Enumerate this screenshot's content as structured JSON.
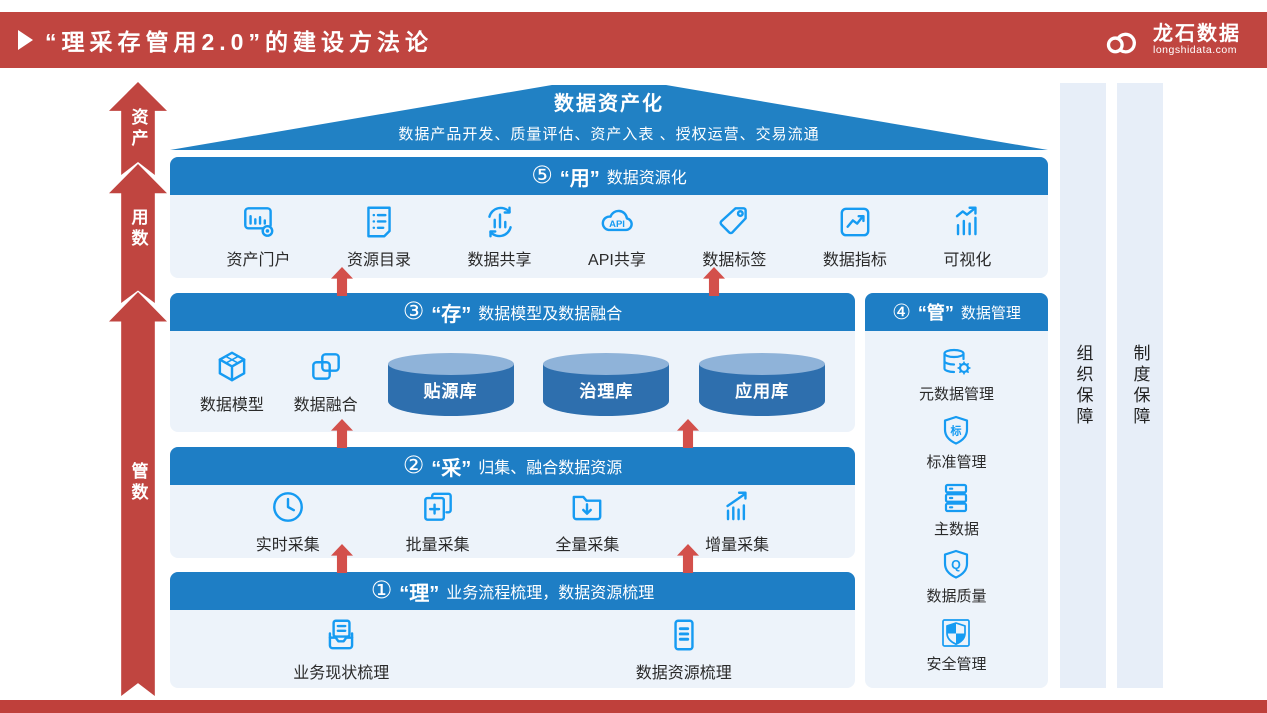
{
  "header": {
    "title": "“理采存管用2.0”的建设方法论",
    "logo_name": "龙石数据",
    "logo_domain": "longshidata.com"
  },
  "side_arrows": [
    {
      "label": "资产"
    },
    {
      "label": "用数"
    },
    {
      "label": "管数"
    }
  ],
  "roof": {
    "title": "数据资产化",
    "subtitle": "数据产品开发、质量评估、资产入表 、授权运营、交易流通"
  },
  "layers": {
    "use": {
      "badge": "⑤",
      "term": "“用”",
      "title": "数据资源化",
      "items": [
        {
          "icon": "asset-portal-icon",
          "label": "资产门户"
        },
        {
          "icon": "resource-catalog-icon",
          "label": "资源目录"
        },
        {
          "icon": "data-share-icon",
          "label": "数据共享"
        },
        {
          "icon": "api-share-icon",
          "label": "API共享"
        },
        {
          "icon": "data-tag-icon",
          "label": "数据标签"
        },
        {
          "icon": "data-metric-icon",
          "label": "数据指标"
        },
        {
          "icon": "visualization-icon",
          "label": "可视化"
        }
      ]
    },
    "store": {
      "badge": "③",
      "term": "“存”",
      "title": "数据模型及数据融合",
      "items": [
        {
          "icon": "data-model-icon",
          "label": "数据模型"
        },
        {
          "icon": "data-merge-icon",
          "label": "数据融合"
        }
      ],
      "databases": [
        "贴源库",
        "治理库",
        "应用库"
      ]
    },
    "govern": {
      "badge": "④",
      "term": "“管”",
      "title": "数据管理",
      "items": [
        {
          "icon": "metadata-icon",
          "label": "元数据管理"
        },
        {
          "icon": "standard-icon",
          "label": "标准管理"
        },
        {
          "icon": "master-data-icon",
          "label": "主数据"
        },
        {
          "icon": "data-quality-icon",
          "label": "数据质量"
        },
        {
          "icon": "security-icon",
          "label": "安全管理"
        }
      ]
    },
    "collect": {
      "badge": "②",
      "term": "“采”",
      "title": "归集、融合数据资源",
      "items": [
        {
          "icon": "realtime-collect-icon",
          "label": "实时采集"
        },
        {
          "icon": "batch-collect-icon",
          "label": "批量采集"
        },
        {
          "icon": "full-collect-icon",
          "label": "全量采集"
        },
        {
          "icon": "incremental-collect-icon",
          "label": "增量采集"
        }
      ]
    },
    "comb": {
      "badge": "①",
      "term": "“理”",
      "title": "业务流程梳理，数据资源梳理",
      "items": [
        {
          "icon": "business-sort-icon",
          "label": "业务现状梳理"
        },
        {
          "icon": "data-sort-icon",
          "label": "数据资源梳理"
        }
      ]
    }
  },
  "pillars": [
    {
      "label": "组织保障"
    },
    {
      "label": "制度保障"
    }
  ],
  "colors": {
    "brand_red": "#c04540",
    "bar_blue": "#1e7ec5",
    "icon_blue": "#169bf2",
    "panel_bg": "#edf3fa",
    "pillar_bg": "#e7eef8",
    "cylinder_body": "#2e6fae",
    "cylinder_top": "#8fb3d9",
    "footer_red": "#bf403b",
    "arrow_red": "#d3504b"
  }
}
